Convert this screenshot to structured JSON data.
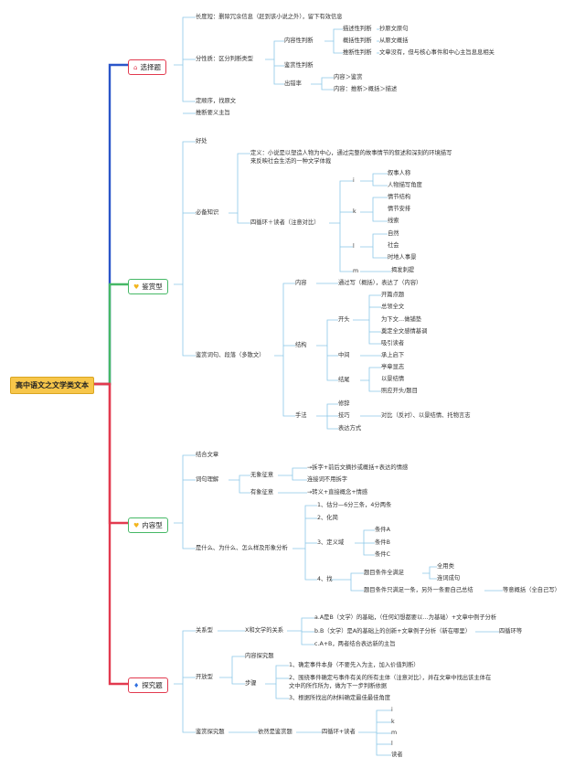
{
  "colors": {
    "blue": "#2a55c9",
    "green": "#46b866",
    "red": "#e23a4f",
    "pink": "#e8365a",
    "root_fill": "#f7c64a",
    "leaf_line": "#8cc8e8"
  },
  "root": "高中语文之文学类文本",
  "sections": [
    {
      "title": "选择题",
      "icon": "house-icon",
      "icon_glyph": "⌂",
      "items": [
        "长度短：删除冗余信息（赶到该小说之外），留下有效信息",
        "分性质：区分判断类型",
        "内容性判断",
        "描述性判断",
        "抄原文原句",
        "概括性判断",
        "从原文概括",
        "推断性判断",
        "文章没有，但与核心事件和中心主旨息息相关",
        "鉴赏性判断",
        "出错率",
        "内容＞鉴赏",
        "内容：推断＞概括＞描述",
        "定顺序，找原文",
        "推断要义主旨"
      ]
    },
    {
      "title": "鉴赏型",
      "icon": "heart-icon",
      "icon_glyph": "♥",
      "items": [
        "好处",
        "必备知识",
        "定义：小说是以塑造人物为中心，通过完整的故事情节的叙述和深刻的环境描写",
        "来反映社会生活的一种文学体裁",
        "四循环＋读者（注意对比）",
        "i",
        "叙事人称",
        "人物描写角度",
        "k",
        "情节结构",
        "情节安排",
        "线索",
        "l",
        "自然",
        "社会",
        "时地人事景",
        "m",
        "揭发刺提",
        "鉴赏词句、段落（多散文）",
        "内容",
        "通过写（概括），表达了（内容）",
        "结构",
        "开头",
        "开篇点题",
        "总领全文",
        "为下文…做铺垫",
        "奠定全文感情基调",
        "吸引读者",
        "中间",
        "承上启下",
        "结尾",
        "亭章显志",
        "以景结情",
        "照应开头/题目",
        "手法",
        "修辞",
        "技巧",
        "对比（反衬）、以景结情、托物言志",
        "表达方式"
      ]
    },
    {
      "title": "内容型",
      "icon": "heart-icon",
      "icon_glyph": "♥",
      "items": [
        "结合文章",
        "词句理解",
        "无象征意",
        "→拆字+前后文摘抄或概括+表达的情感",
        "连接词不用拆字",
        "有象征意",
        "→转义+直接概念+情感",
        "是什么、为什么、怎么样及形象分析",
        "1、估分—6分三条，4分两条",
        "2、化简",
        "3、定义域",
        "条件A",
        "条件B",
        "条件C",
        "4、找",
        "题目条件全满足",
        "全用类",
        "连词成句",
        "题目条件只满足一条，另外一条要自己总结",
        "等意概括（全自己写）"
      ]
    },
    {
      "title": "探究题",
      "icon": "flame-icon",
      "icon_glyph": "♦",
      "items": [
        "关系型",
        "X和文学的关系",
        "a.A是B（文学）的基础，（任何幻想都要以…为基础）+文章中例子分析",
        "b.B（文学）是A的基础上的创新+文章例子分析（新在哪里）",
        "四循环等",
        "c.A+B，两者结合表达新的主旨",
        "开放型",
        "内容探究题",
        "步骤",
        "1、确定事件本身（不要先入为主，加入价值判断）",
        "2、围绕事件确定与事件有关的所有主体（注意对比），并在文章中找出该主体在",
        "文中的所作所为，做为下一步判断依据",
        "3、根据所找出的材料确定最佳最佳角度",
        "鉴赏探究题",
        "依然是鉴赏题",
        "四循环+读者",
        "i",
        "k",
        "m",
        "l",
        "读者"
      ]
    }
  ]
}
